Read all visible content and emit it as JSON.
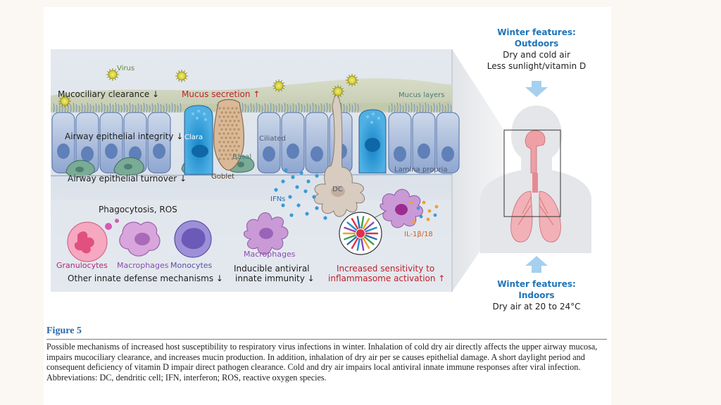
{
  "labels": {
    "virus": "Virus",
    "mucociliary": "Mucociliary clearance ↓",
    "mucus_secretion": "Mucus secretion ↑",
    "mucus_layers": "Mucus layers",
    "integrity": "Airway epithelial integrity ↓",
    "clara": "Clara",
    "ciliated": "Ciliated",
    "basal": "Basal",
    "goblet": "Goblet",
    "turnover": "Airway epithelial turnover ↓",
    "lamina": "Lamina propria",
    "dc": "DC",
    "ifns": "IFNs",
    "phago": "Phagocytosis, ROS",
    "granulocytes": "Granulocytes",
    "macrophages_a": "Macrophages",
    "monocytes": "Monocytes",
    "other_innate": "Other innate defense mechanisms ↓",
    "macrophages_b": "Macrophages",
    "inducible_1": "Inducible antiviral",
    "inducible_2": "innate immunity ↓",
    "il": "IL-1β/18",
    "inflam_1": "Increased sensitivity to",
    "inflam_2": "inflammasome activation ↑"
  },
  "outdoor": {
    "title_1": "Winter features:",
    "title_2": "Outdoors",
    "line_1": "Dry and cold air",
    "line_2": "Less sunlight/vitamin D"
  },
  "indoor": {
    "title_1": "Winter features:",
    "title_2": "Indoors",
    "line_1": "Dry air at 20 to 24°C"
  },
  "figure": {
    "label": "Figure 5",
    "caption": "Possible mechanisms of increased host susceptibility to respiratory virus infections in winter. Inhalation of cold dry air directly affects the upper airway mucosa, impairs mucociliary clearance, and increases mucin production. In addition, inhalation of dry air per se causes epithelial damage. A short daylight period and consequent deficiency of vitamin D impair direct pathogen clearance. Cold and dry air impairs local antiviral innate immune responses after viral infection. Abbreviations: DC, dendritic cell; IFN, interferon; ROS, reactive oxygen species."
  },
  "colors": {
    "title_blue": "#1f74b8",
    "alert_red": "#c0202a",
    "cell_blue": "#5f80b8",
    "clara_blue": "#1d8fd0"
  }
}
